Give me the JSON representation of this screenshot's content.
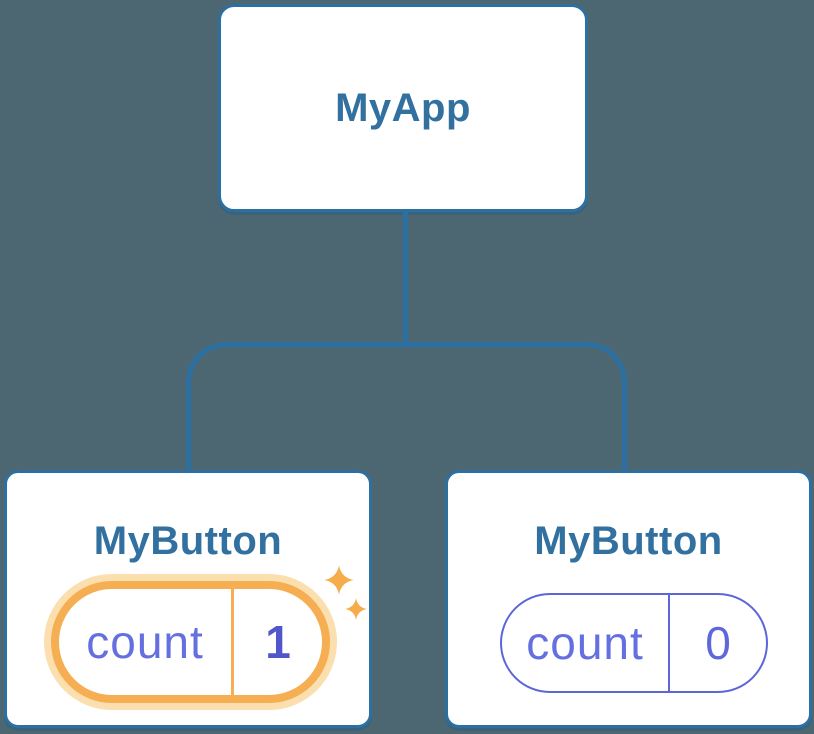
{
  "colors": {
    "background": "#4C6771",
    "node_border_blue": "#2C6FA0",
    "node_title_blue": "#31709F",
    "connector_blue": "#2B70A2",
    "state_key_purple": "#6470E0",
    "state_value_purple_bold": "#5156CB",
    "state_value_purple": "#5E68DB",
    "state_border_purple": "#5C66D8",
    "highlight_orange": "#F5AE52",
    "highlight_halo_orange": "#FBDFAE",
    "sparkle_orange": "#F6AC4A"
  },
  "tree": {
    "root": {
      "label": "MyApp"
    },
    "children": [
      {
        "label": "MyButton",
        "state": {
          "key": "count",
          "value": "1"
        },
        "highlighted": true
      },
      {
        "label": "MyButton",
        "state": {
          "key": "count",
          "value": "0"
        },
        "highlighted": false
      }
    ]
  }
}
